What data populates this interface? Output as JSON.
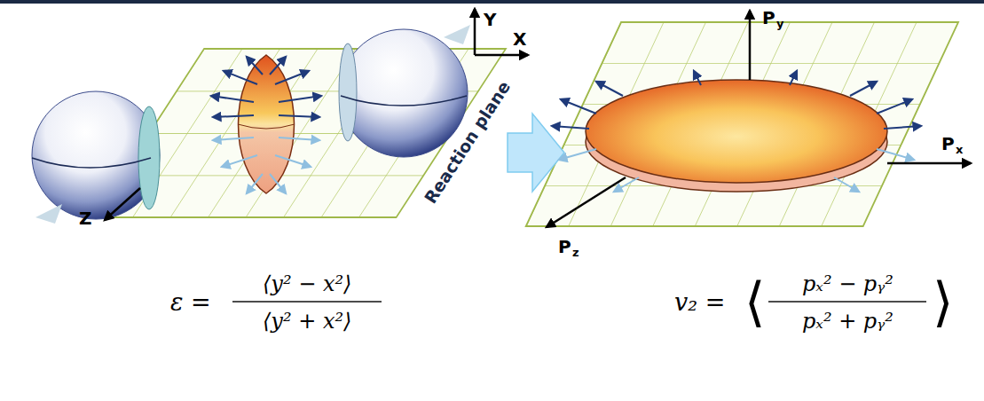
{
  "diagram": {
    "labels": [
      "Y",
      "X",
      "Z",
      "Reaction plane",
      "P",
      "y",
      "P",
      "x",
      "P",
      "z",
      "ε =",
      "⟨y² − x²⟩",
      "⟨y² + x²⟩",
      "v₂ =",
      "⟨",
      "pₓ² − pᵧ²",
      "pₓ² + pᵧ²",
      "⟩"
    ]
  }
}
